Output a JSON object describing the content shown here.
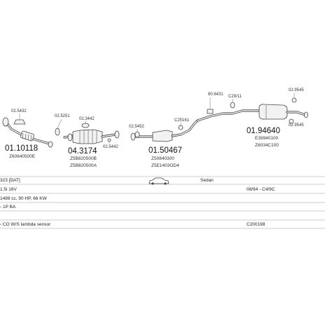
{
  "parts": [
    {
      "code": "01.10118",
      "oem": "Z60640500E"
    },
    {
      "code": "04.3174",
      "oem_a": "Z5B820500B",
      "oem_b": "Z5B820500A"
    },
    {
      "code": "01.50467",
      "oem_a": "Z50840300",
      "oem_b": "Z5E1403OD4"
    },
    {
      "code": "01.94640",
      "oem_a": "E39940100",
      "oem_b": "Z6034C100"
    }
  ],
  "accessories": {
    "a1": "02.5432",
    "a2": "02.5251",
    "a3": "02.3442",
    "a4": "02.5442",
    "a5": "02.5452",
    "a6": "C25161",
    "a7": "80.6431",
    "a8": "C29/11",
    "a9": "02.9545",
    "a10": "02.9545"
  },
  "info": {
    "model": "323 [DAT]",
    "body": "Sedan",
    "engine": "1.5i 16V",
    "date": "08/94 - C4/9C",
    "power": "1489 cc, 90 HP, 66 KW",
    "fuel": "- 1P BA",
    "note": "- CO W/S lambda sensor",
    "ref": "C200198"
  }
}
